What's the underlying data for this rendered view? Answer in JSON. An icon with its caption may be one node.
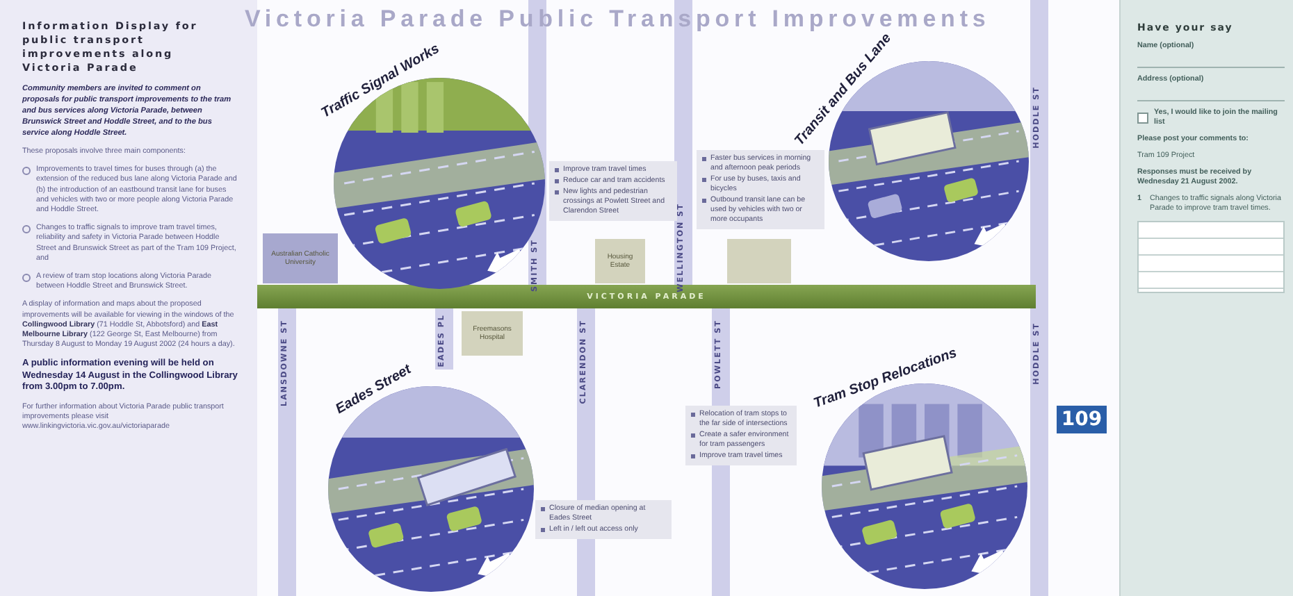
{
  "diagram": {
    "title": "Victoria Parade Public Transport Improvements",
    "nodes": [
      {
        "text": [
          "Traffic Signal Works"
        ]
      },
      {
        "text": [
          "Improve tram travel times",
          "Reduce car and tram accidents",
          "New lights and pedestrian crossings at Powlett Street and Clarendon Street"
        ]
      },
      {
        "text": [
          "Transit and Bus Lane"
        ]
      },
      {
        "text": [
          "Faster bus services in morning and afternoon peak periods",
          "For use by buses, taxis and bicycles",
          "Outbound transit lane can be used by vehicles with two or more occupants"
        ]
      },
      {
        "text": [
          "Eades Street"
        ]
      },
      {
        "text": [
          "Closure of median opening at Eades Street",
          "Left in / left out access only"
        ]
      },
      {
        "text": [
          "Tram Stop Relocations"
        ]
      },
      {
        "text": [
          "Relocation of tram stops to the far side of intersections",
          "Create a safer environment for tram passengers",
          "Improve tram travel times"
        ]
      },
      {
        "text": [
          "Australian Catholic University"
        ]
      },
      {
        "text": [
          "Housing Estate"
        ]
      },
      {
        "text": [],
        "shape": "box"
      },
      {
        "text": [
          "Freemasons Hospital"
        ]
      },
      {
        "text": [
          "VICTORIA PARADE"
        ]
      },
      {
        "text": [
          "Have your say",
          "Name (optional)",
          "Address (optional)",
          "Yes, I would like to join the mailing list",
          "Please post your comments to:",
          "Tram 109 Project",
          "Responses must be received by Wednesday 21 August 2002.",
          "1",
          "Changes to traffic signals along Victoria Parade to improve tram travel times."
        ]
      }
    ],
    "labels": [
      "Information Display for public transport improvements along Victoria Parade",
      "Community members are invited to comment on proposals for public transport improvements to the tram and bus services along Victoria Parade, between Brunswick Street and Hoddle Street, and to the bus service along Hoddle Street.",
      "These proposals involve three main components:",
      "Improvements to travel times for buses through (a) the extension of the reduced bus lane along Victoria Parade and (b) the introduction of an eastbound transit lane for buses and vehicles with two or more people along Victoria Parade and Hoddle Street.",
      "Changes to traffic signals to improve tram travel times, reliability and safety in Victoria Parade between Hoddle Street and Brunswick Street as part of the Tram 109 Project, and",
      "A review of tram stop locations along Victoria Parade between Hoddle Street and Brunswick Street.",
      "A display of information and maps about the proposed improvements will be available for viewing in the windows of the **Collingwood Library** (71 Hoddle St, Abbotsford) and **East Melbourne Library** (122 George St, East Melbourne) from Thursday 8 August to Monday 19 August 2002 (24 hours a day).",
      "A public information evening will be held on Wednesday 14 August in the Collingwood Library from 3.00pm to 7.00pm.",
      "For further information about Victoria Parade public transport improvements please visit www.linkingvictoria.vic.gov.au/victoriaparade",
      "LANSDOWNE ST",
      "SMITH ST",
      "EADES PL",
      "CLARENDON ST",
      "WELLINGTON ST",
      "POWLETT ST",
      "HODDLE ST",
      "HODDLE ST",
      "109"
    ]
  }
}
